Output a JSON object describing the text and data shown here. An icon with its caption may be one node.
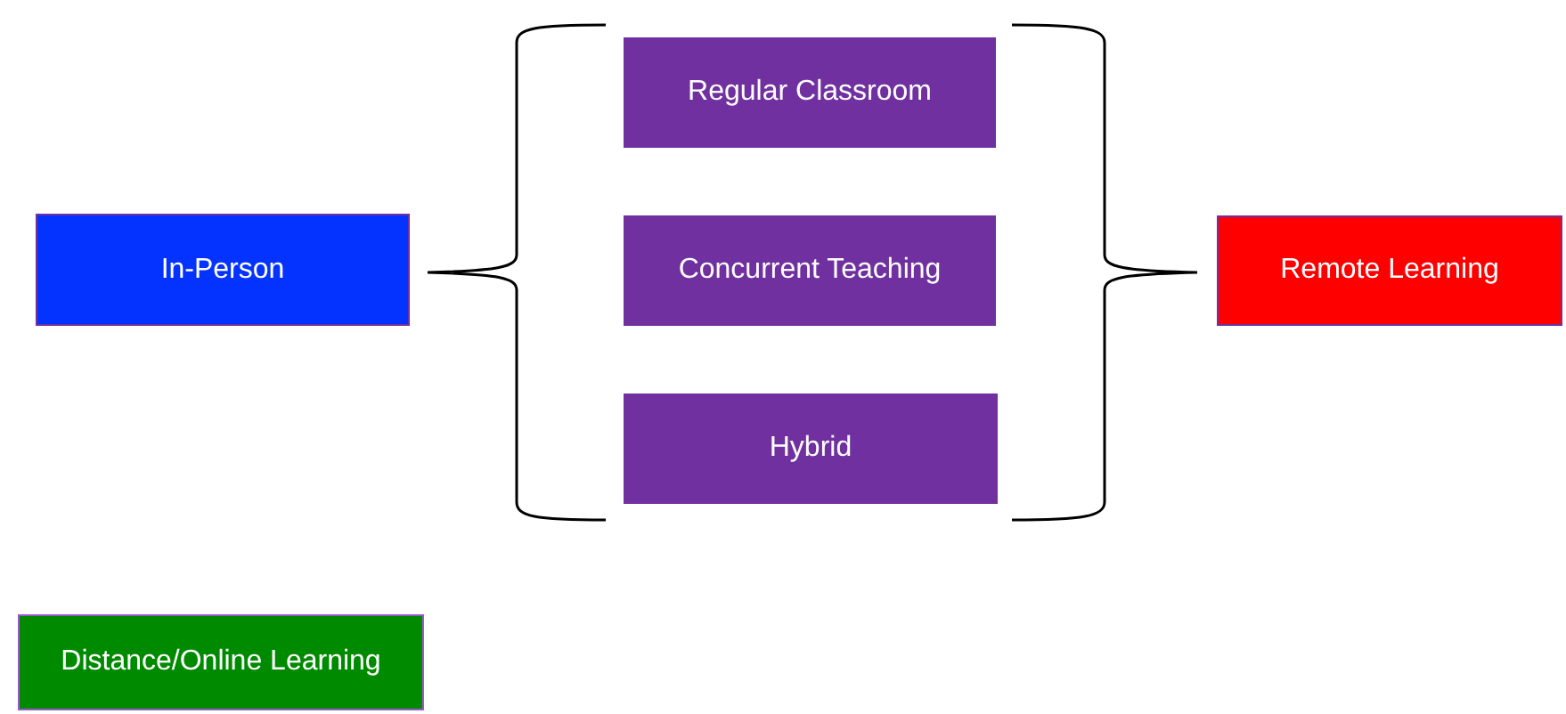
{
  "diagram": {
    "nodes": [
      {
        "text": [
          "In-Person"
        ]
      },
      {
        "text": [
          "Regular Classroom"
        ]
      },
      {
        "text": [
          "Concurrent Teaching"
        ]
      },
      {
        "text": [
          "Hybrid"
        ]
      },
      {
        "text": [
          "Remote Learning"
        ]
      },
      {
        "text": [
          "Distance/Online Learning"
        ]
      }
    ]
  }
}
